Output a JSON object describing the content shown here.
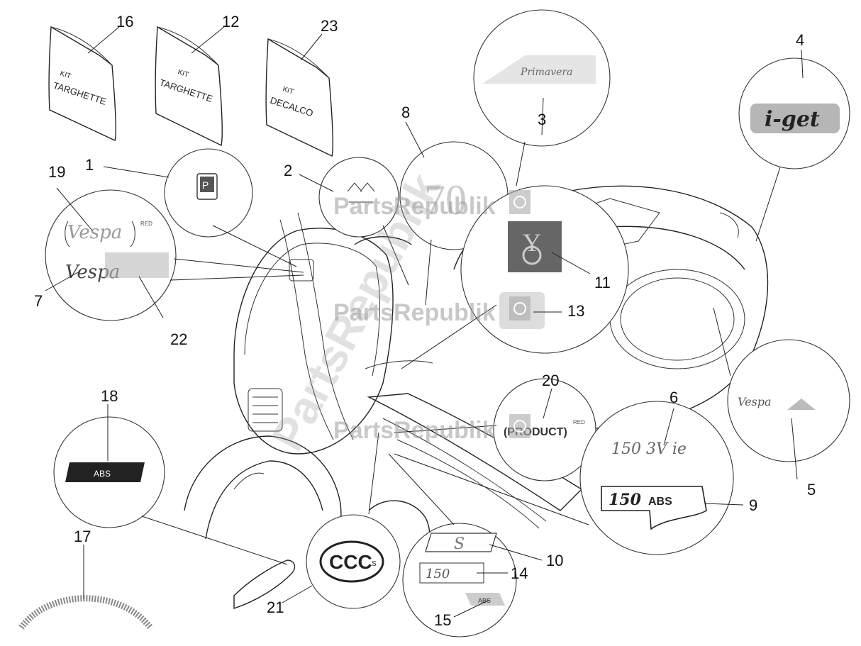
{
  "callouts": {
    "c1": "1",
    "c2": "2",
    "c3": "3",
    "c4": "4",
    "c5": "5",
    "c6": "6",
    "c7": "7",
    "c8": "8",
    "c9": "9",
    "c10": "10",
    "c11": "11",
    "c12": "12",
    "c13": "13",
    "c14": "14",
    "c15": "15",
    "c16": "16",
    "c17": "17",
    "c18": "18",
    "c19": "19",
    "c20": "20",
    "c21": "21",
    "c22": "22",
    "c23": "23"
  },
  "kits": {
    "k16": {
      "line1": "KIT",
      "line2": "TARGHETTE"
    },
    "k12": {
      "line1": "KIT",
      "line2": "TARGHETTE"
    },
    "k23": {
      "line1": "KIT",
      "line2": "DECALCO"
    }
  },
  "decals": {
    "abs": "ABS",
    "abs_small": "ABS",
    "num150": "150",
    "num150_abs": "150",
    "abs_label": "ABS",
    "s_logo": "S",
    "ccc": "CCC",
    "ccc_s": "S",
    "red": "RED",
    "product": "(PRODUCT)",
    "product_red": "RED",
    "vespa": "Vespa",
    "iget": "i-get",
    "i3v": "150 3V ie",
    "primavera": "Primavera"
  },
  "watermark": {
    "text": "PartsRepublik"
  }
}
